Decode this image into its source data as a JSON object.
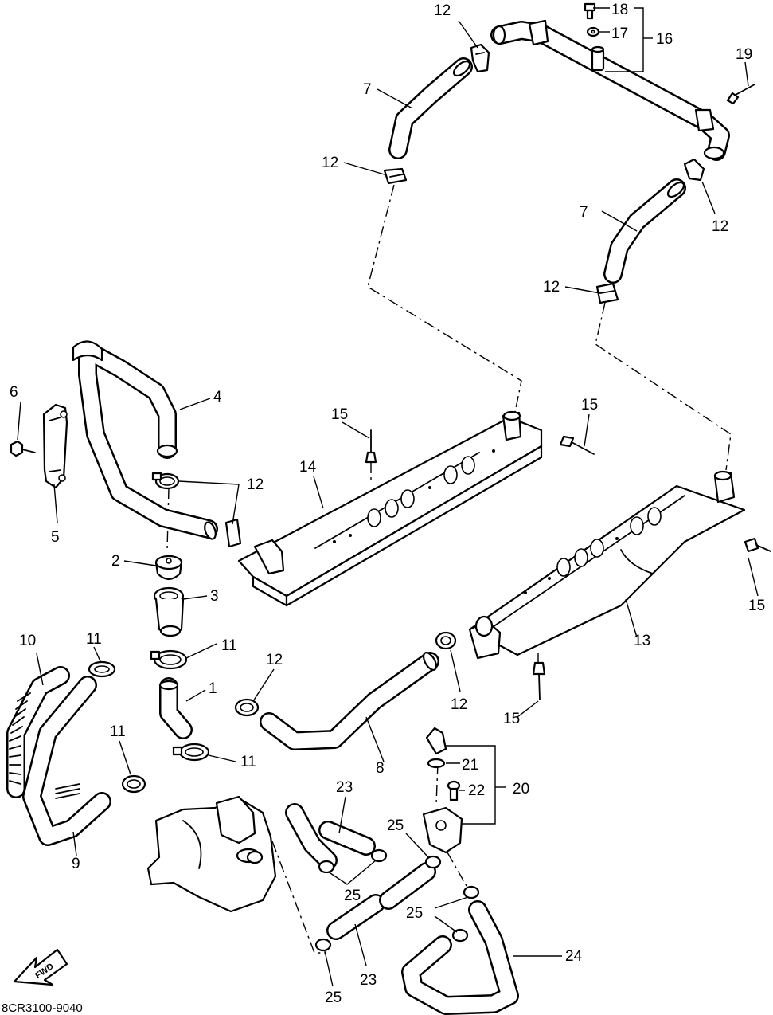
{
  "diagram": {
    "drawing_code": "8CR3100-9040",
    "direction_label": "FWD",
    "callouts": {
      "c1": "1",
      "c2": "2",
      "c3": "3",
      "c4": "4",
      "c5": "5",
      "c6": "6",
      "c7a": "7",
      "c7b": "7",
      "c8": "8",
      "c9": "9",
      "c10": "10",
      "c11a": "11",
      "c11b": "11",
      "c11c": "11",
      "c11d": "11",
      "c12a": "12",
      "c12b": "12",
      "c12c": "12",
      "c12d": "12",
      "c12e": "12",
      "c12f": "12",
      "c12g": "12",
      "c13": "13",
      "c14": "14",
      "c15a": "15",
      "c15b": "15",
      "c15c": "15",
      "c15d": "15",
      "c16": "16",
      "c17": "17",
      "c18": "18",
      "c19": "19",
      "c20": "20",
      "c21": "21",
      "c22": "22",
      "c23a": "23",
      "c23b": "23",
      "c24": "24",
      "c25a": "25",
      "c25b": "25",
      "c25c": "25",
      "c25d": "25"
    }
  }
}
